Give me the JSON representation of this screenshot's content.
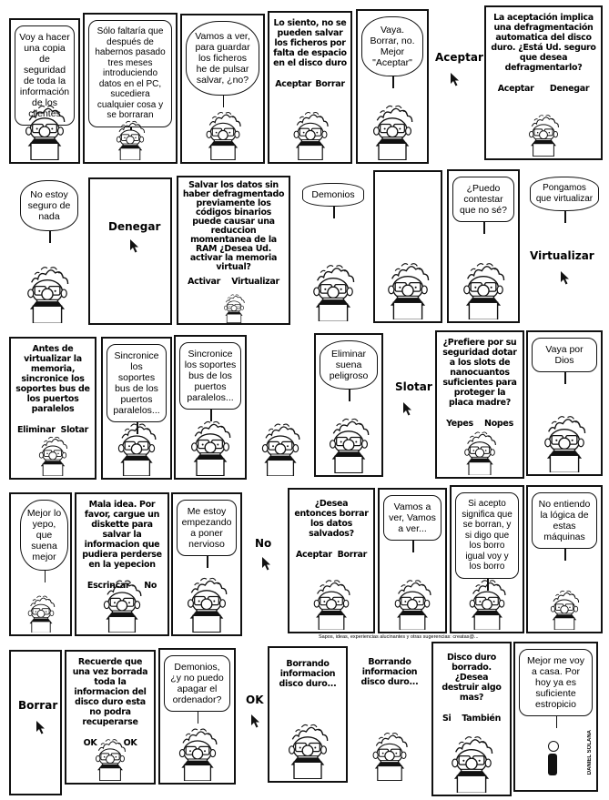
{
  "row1": {
    "p1": "Voy a hacer una copia de seguridad de toda la información de los clientes",
    "p2": "Sólo faltaría que después de habernos pasado tres meses introduciendo datos en el PC, sucediera cualquier cosa y se borraran",
    "p3": "Vamos a ver, para guardar los ficheros he de pulsar salvar, ¿no?",
    "p4": {
      "text": "Lo siento, no se pueden salvar los ficheros por falta de espacio en el disco duro",
      "buttons": [
        "Aceptar",
        "Borrar"
      ]
    },
    "p5": "Vaya. Borrar, no. Mejor \"Aceptar\"",
    "p6": "Aceptar",
    "p7": {
      "text": "La aceptación implica una defragmentación automatica del disco duro. ¿Está Ud. seguro que desea defragmentarlo?",
      "buttons": [
        "Aceptar",
        "Denegar"
      ]
    }
  },
  "row2": {
    "p1": "No estoy seguro de nada",
    "p2": "Denegar",
    "p3": {
      "text": "Salvar los datos sin haber defragmentado previamente los códigos binarios puede causar una reduccion momentanea de la RAM ¿Desea Ud. activar la memoria virtual?",
      "buttons": [
        "Activar",
        "Virtualizar"
      ]
    },
    "p4": "Demonios",
    "p6": "¿Puedo contestar que no sé?",
    "p7": "Pongamos que virtualizar",
    "p7_choice": "Virtualizar"
  },
  "row3": {
    "p1": {
      "text": "Antes de virtualizar la memoria, sincronice los soportes bus de los puertos paralelos",
      "buttons": [
        "Eliminar",
        "Slotar"
      ]
    },
    "p2": "Sincronice los soportes bus de los puertos paralelos...",
    "p3": "Sincronice los soportes bus de los puertos paralelos...",
    "p5": "Eliminar suena peligroso",
    "p6": "Slotar",
    "p7": {
      "text": "¿Prefiere por su seguridad dotar a los slots de nanocuantos suficientes para proteger la placa madre?",
      "buttons": [
        "Yepes",
        "Nopes"
      ]
    },
    "p8": "Vaya por Dios"
  },
  "row4": {
    "p1": "Mejor lo yepo, que suena mejor",
    "p2": {
      "text": "Mala idea. Por favor, cargue un diskette para salvar la informacion que pudiera perderse en la yepecion",
      "buttons": [
        "Escrincar",
        "No"
      ]
    },
    "p3": "Me estoy empezando a poner nervioso",
    "p4": "No",
    "p5": {
      "text": "¿Desea entonces borrar los datos salvados?",
      "buttons": [
        "Aceptar",
        "Borrar"
      ]
    },
    "p6": "Vamos a ver, Vamos a ver...",
    "p7": "Si acepto significa que se borran, y si digo que los borro igual voy y los borro",
    "p8": "No entiendo la lógica de estas máquinas",
    "credit": "Sapos, ideas, experiencias alucinantes y otras sugerencias: creatas@..."
  },
  "row5": {
    "p1": "Borrar",
    "p2": {
      "text": "Recuerde que una vez borrada toda la informacion del disco duro esta no podra recuperarse",
      "buttons": [
        "OK",
        "OK"
      ]
    },
    "p3": "Demonios, ¿y no puedo apagar el ordenador?",
    "p4": "OK",
    "p5": "Borrando informacion disco duro...",
    "p6": "Borrando informacion disco duro...",
    "p7": {
      "text": "Disco duro borrado. ¿Desea destruir algo mas?",
      "buttons": [
        "Si",
        "También"
      ]
    },
    "p8": "Mejor me voy a casa. Por hoy ya es suficiente estropicio",
    "signature": "DANIEL SOLANA"
  }
}
